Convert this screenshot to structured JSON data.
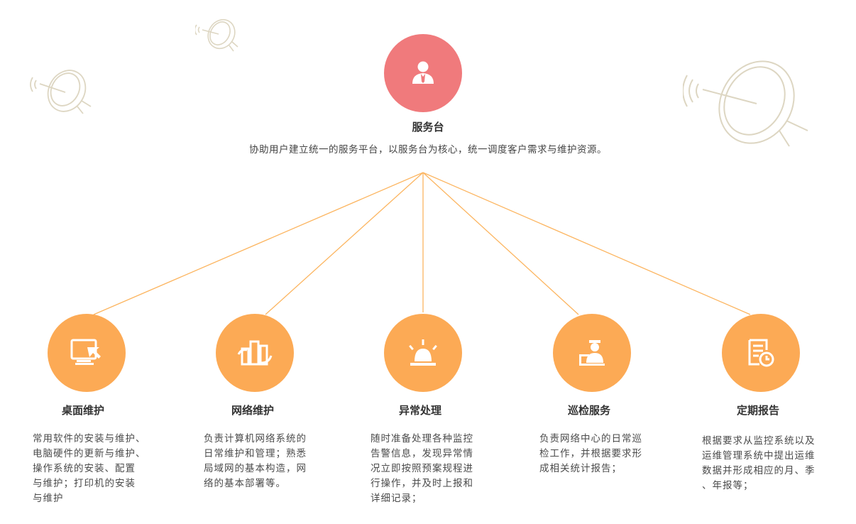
{
  "colors": {
    "hub": "#f07a7c",
    "node": "#fcaa55",
    "connector": "#fcb560",
    "decoration": "#ddd6c2"
  },
  "hub": {
    "title": "服务台",
    "description": "协助用户建立统一的服务平台，以服务台为核心，统一调度客户需求与维护资源。",
    "icon": "support-agent-icon"
  },
  "services": [
    {
      "icon": "desktop-pointer-icon",
      "title": "桌面维护",
      "desc": [
        "常用软件的安装与维护、",
        "电脑硬件的更新与维护、",
        "操作系统的安装、配置",
        "与维护；打印机的安装",
        "与维护"
      ]
    },
    {
      "icon": "network-building-icon",
      "title": "网络维护",
      "desc": [
        "负责计算机网络系统的",
        "日常维护和管理；熟悉",
        "局域网的基本构造，网",
        "络的基本部署等。"
      ]
    },
    {
      "icon": "alarm-light-icon",
      "title": "异常处理",
      "desc": [
        "随时准备处理各种监控",
        "告警信息，发现异常情",
        "况立即按照预案规程进",
        "行操作，并及时上报和",
        "详细记录；"
      ]
    },
    {
      "icon": "inspector-icon",
      "title": "巡检服务",
      "desc": [
        "负责网络中心的日常巡",
        "检工作，并根据要求形",
        "成相关统计报告；"
      ]
    },
    {
      "icon": "report-clock-icon",
      "title": "定期报告",
      "desc": [
        "根据要求从监控系统以及",
        "运维管理系统中提出运维",
        "数据并形成相应的月、季",
        "、年报等；"
      ]
    }
  ]
}
